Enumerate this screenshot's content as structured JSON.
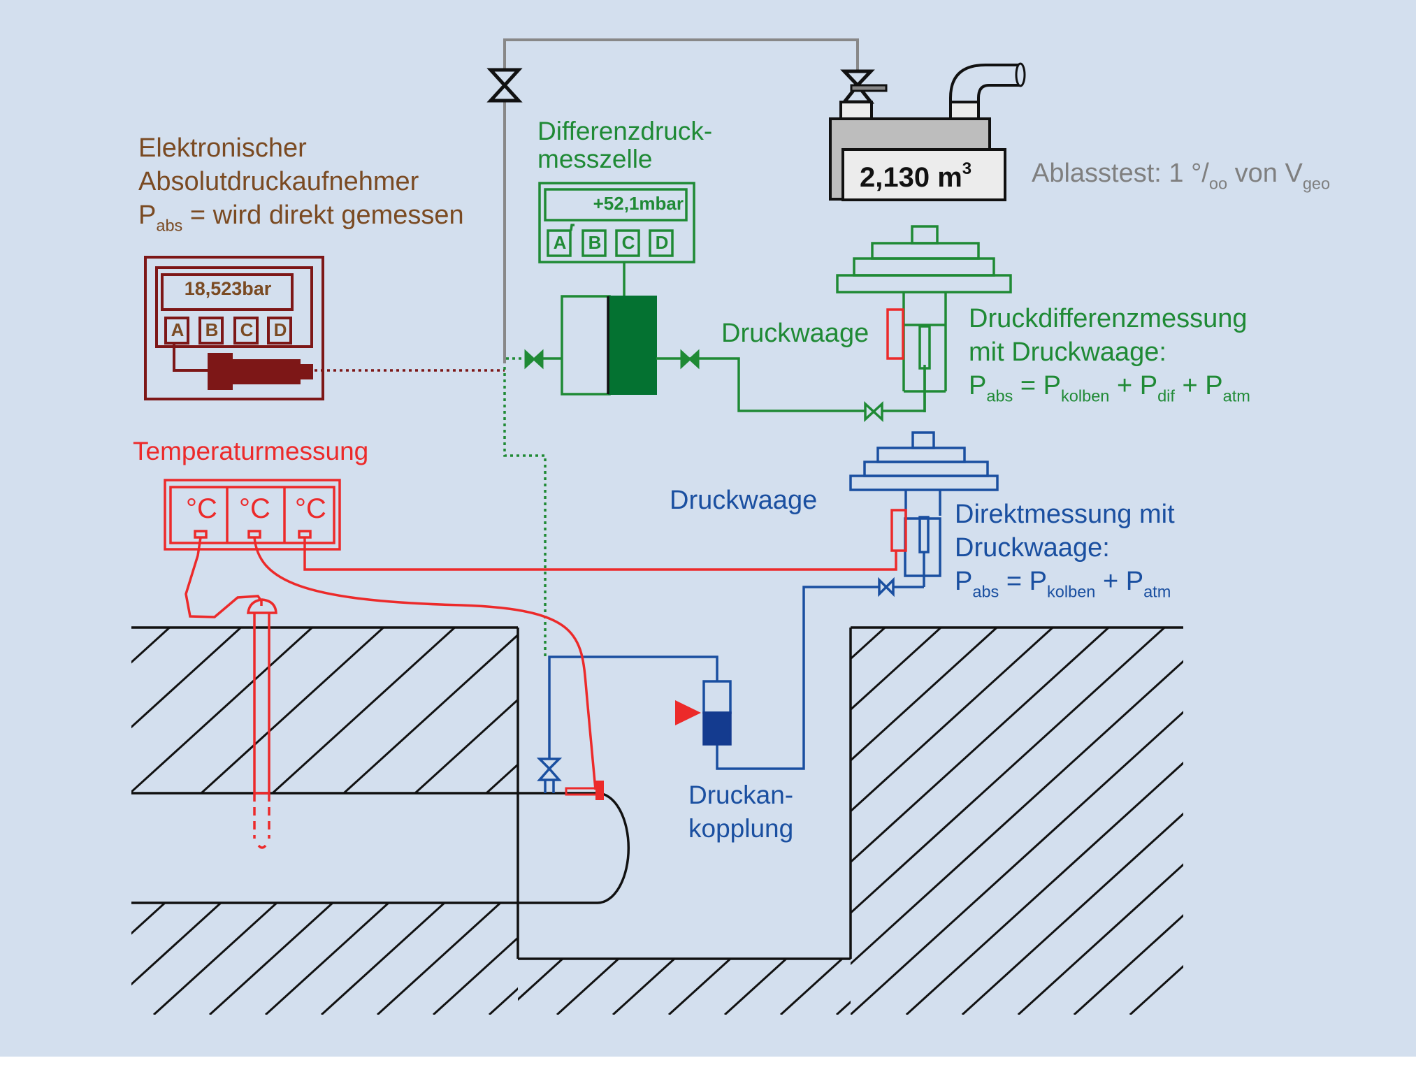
{
  "colors": {
    "background": "#d3dfee",
    "brown": "#7a4a22",
    "dark_red": "#7d1717",
    "green": "#1f8a35",
    "dark_green": "#047231",
    "blue": "#1a4fa0",
    "dark_blue": "#143b8f",
    "red": "#ec2a2a",
    "grey": "#7f7f7f",
    "black": "#111111"
  },
  "absolute_sensor": {
    "title_line1": "Elektronischer",
    "title_line2": "Absolutdruckaufnehmer",
    "formula_p": "P",
    "formula_sub": "abs",
    "formula_rest": " = wird direkt gemessen",
    "display_value": "18,523bar",
    "keys": [
      "A",
      "B",
      "C",
      "D"
    ]
  },
  "diff_cell": {
    "title_line1": "Differenzdruck-",
    "title_line2": "messzelle",
    "display_value": "+52,1mbar",
    "keys": [
      "A",
      "B",
      "C",
      "D"
    ]
  },
  "gas_meter": {
    "volume_value": "2,130 m",
    "volume_sup": "3"
  },
  "ablasstest": {
    "text_main": "Ablasstest: 1 °/",
    "text_sub1": "oo",
    "text_mid": " von V",
    "text_sub2": "geo"
  },
  "diff_balance": {
    "label": "Druckwaage",
    "desc_line1": "Druckdifferenzmessung",
    "desc_line2": "mit Druckwaage:",
    "formula": [
      {
        "p": "P",
        "sub": "abs",
        "op": " = "
      },
      {
        "p": "P",
        "sub": "kolben",
        "op": " + "
      },
      {
        "p": "P",
        "sub": "dif",
        "op": " + "
      },
      {
        "p": "P",
        "sub": "atm",
        "op": ""
      }
    ]
  },
  "direct_balance": {
    "label": "Druckwaage",
    "desc_line1": "Direktmessung mit",
    "desc_line2": "Druckwaage:",
    "formula": [
      {
        "p": "P",
        "sub": "abs",
        "op": " = "
      },
      {
        "p": "P",
        "sub": "kolben",
        "op": " + "
      },
      {
        "p": "P",
        "sub": "atm",
        "op": ""
      }
    ]
  },
  "temperature": {
    "title": "Temperaturmessung",
    "channels": [
      "°C",
      "°C",
      "°C"
    ]
  },
  "coupling": {
    "line1": "Druckan-",
    "line2": "kopplung"
  }
}
